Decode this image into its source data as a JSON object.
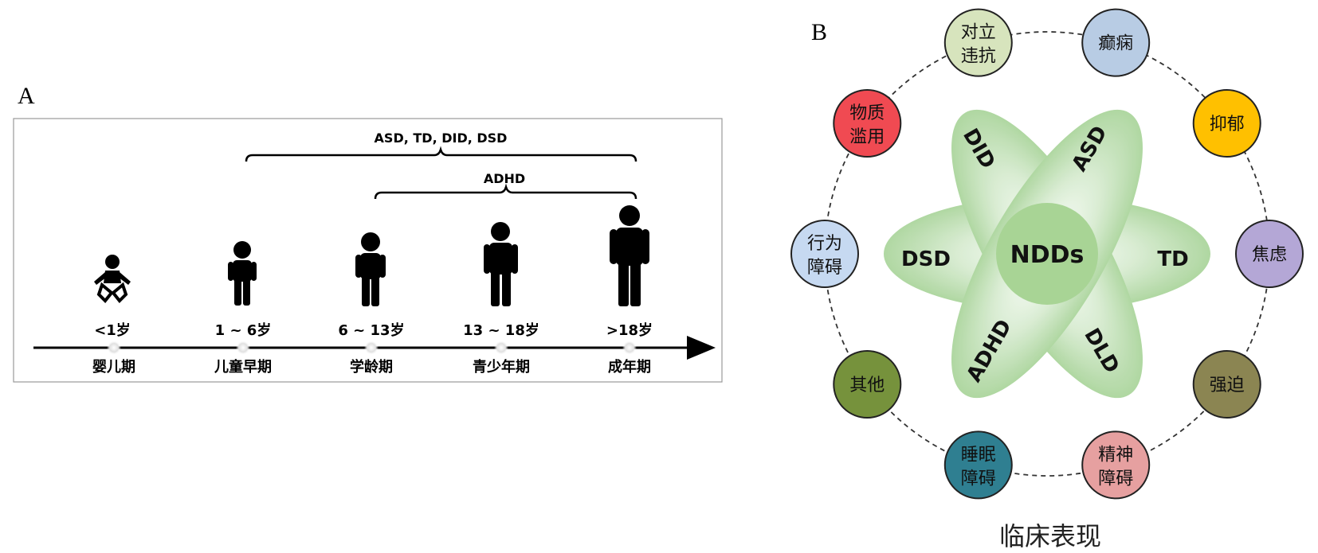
{
  "panel_a": {
    "label": "A",
    "top_bracket_label": "ASD, TD, DID, DSD",
    "bottom_bracket_label": "ADHD",
    "stages": [
      {
        "age": "<1岁",
        "name": "婴儿期",
        "figure": "baby-icon"
      },
      {
        "age": "1 ~ 6岁",
        "name": "儿童早期",
        "figure": "child-icon"
      },
      {
        "age": "6 ~ 13岁",
        "name": "学龄期",
        "figure": "school-child-icon"
      },
      {
        "age": "13 ~ 18岁",
        "name": "青少年期",
        "figure": "teen-icon"
      },
      {
        "age": ">18岁",
        "name": "成年期",
        "figure": "adult-icon"
      }
    ]
  },
  "panel_b": {
    "label": "B",
    "center": "NDDs",
    "petals": [
      "DID",
      "ASD",
      "DSD",
      "TD",
      "ADHD",
      "DLD"
    ],
    "caption": "临床表现",
    "manifestations": [
      {
        "line1": "癫痫",
        "line2": "",
        "color": "#b8cce4"
      },
      {
        "line1": "抑郁",
        "line2": "",
        "color": "#ffc000"
      },
      {
        "line1": "焦虑",
        "line2": "",
        "color": "#b4a7d6"
      },
      {
        "line1": "强迫",
        "line2": "",
        "color": "#8b8552"
      },
      {
        "line1": "精神",
        "line2": "障碍",
        "color": "#e6a0a0"
      },
      {
        "line1": "睡眠",
        "line2": "障碍",
        "color": "#2f7f91"
      },
      {
        "line1": "其他",
        "line2": "",
        "color": "#76923c"
      },
      {
        "line1": "行为",
        "line2": "障碍",
        "color": "#c6d9f1"
      },
      {
        "line1": "物质",
        "line2": "滥用",
        "color": "#f04a52"
      },
      {
        "line1": "对立",
        "line2": "违抗",
        "color": "#d7e4bd"
      }
    ]
  }
}
